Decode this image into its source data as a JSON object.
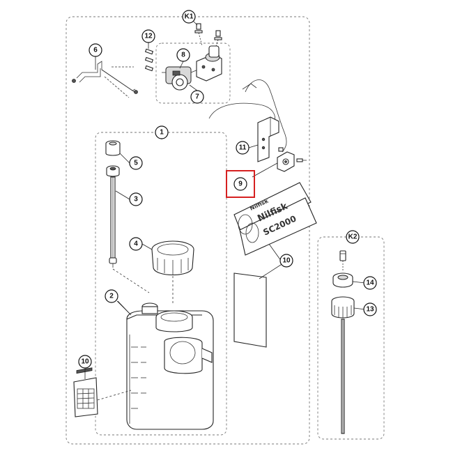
{
  "kits": [
    {
      "id": "k1",
      "label": "K1"
    },
    {
      "id": "k2",
      "label": "K2"
    }
  ],
  "callouts": [
    {
      "id": "c1",
      "label": "1"
    },
    {
      "id": "c2",
      "label": "2"
    },
    {
      "id": "c3",
      "label": "3"
    },
    {
      "id": "c4",
      "label": "4"
    },
    {
      "id": "c5",
      "label": "5"
    },
    {
      "id": "c6",
      "label": "6"
    },
    {
      "id": "c7",
      "label": "7"
    },
    {
      "id": "c8",
      "label": "8"
    },
    {
      "id": "c9",
      "label": "9"
    },
    {
      "id": "c10a",
      "label": "10"
    },
    {
      "id": "c10b",
      "label": "10"
    },
    {
      "id": "c11",
      "label": "11"
    },
    {
      "id": "c12",
      "label": "12"
    },
    {
      "id": "c13",
      "label": "13"
    },
    {
      "id": "c14",
      "label": "14"
    }
  ],
  "highlight": {
    "label": "9",
    "color": "#d62020"
  },
  "decal": {
    "brand": "Nilfisk",
    "model": "SC2000"
  },
  "colors": {
    "line": "#222222",
    "dashed_group": "#777777",
    "highlight_box": "#d62020"
  }
}
